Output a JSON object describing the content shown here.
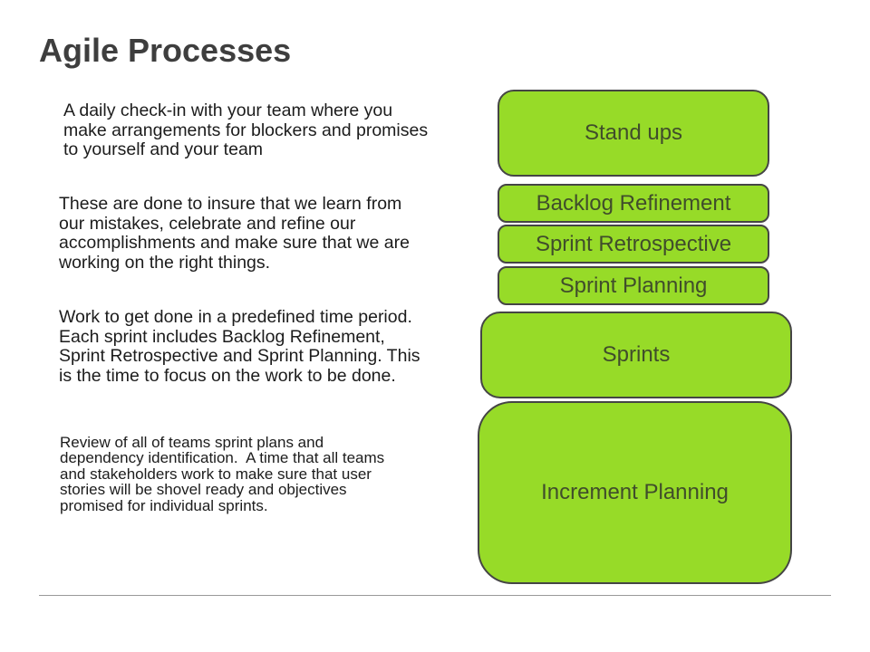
{
  "slide": {
    "title": "Agile Processes",
    "paragraphs": [
      {
        "describes": "Stand ups",
        "text": "A daily check-in with your team where you\nmake arrangements for blockers and promises\nto yourself and your team"
      },
      {
        "describes": "Backlog Refinement / Sprint Retrospective / Sprint Planning",
        "text": "These are done to insure that we learn from\nour mistakes, celebrate and refine our\naccomplishments and make sure that we are\nworking on the right things."
      },
      {
        "describes": "Sprints",
        "text": "Work to get done in a predefined time period.\nEach sprint includes Backlog Refinement,\nSprint Retrospective and Sprint Planning. This\nis the time to focus on the work to be done."
      },
      {
        "describes": "Increment Planning",
        "text": "Review of all of teams sprint plans and\ndependency identification.  A time that all teams\nand stakeholders work to make sure that user\nstories will be shovel ready and objectives\npromised for individual sprints."
      }
    ],
    "boxes": [
      {
        "label": "Stand ups"
      },
      {
        "label": "Backlog Refinement"
      },
      {
        "label": "Sprint Retrospective"
      },
      {
        "label": "Sprint Planning"
      },
      {
        "label": "Sprints"
      },
      {
        "label": "Increment Planning"
      }
    ],
    "colors": {
      "shape_fill": "#97db28",
      "shape_border": "#454545",
      "shape_text": "#404d2b",
      "title_text": "#3e3e3e",
      "body_text": "#1c1c1c",
      "divider": "#9a9a9a"
    }
  }
}
